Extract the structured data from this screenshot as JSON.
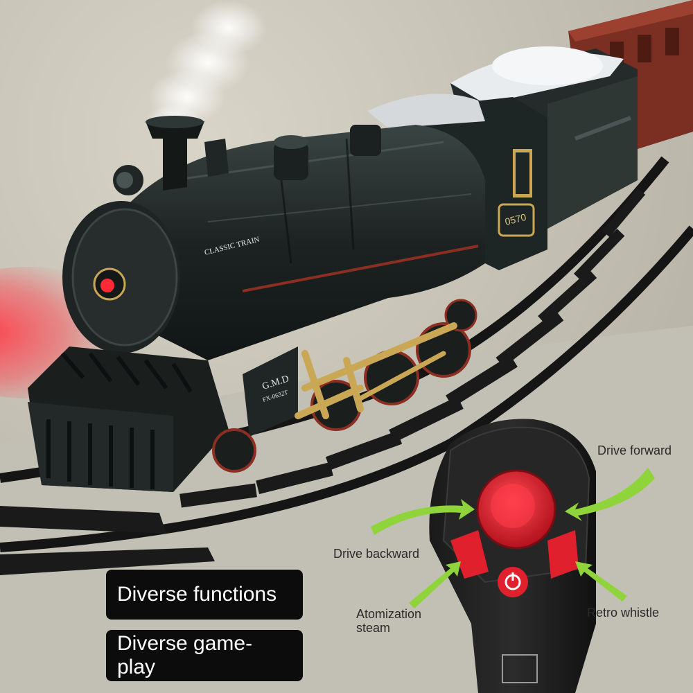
{
  "image": {
    "subject": "electric-steam-train-toy",
    "colors": {
      "train_body": "#1d2322",
      "brass_rods": "#c9a755",
      "remote_button": "#e0202c",
      "arrow_green": "#8fd43a",
      "carpet": "#c8c4b8",
      "badge_bg": "#0c0c0c"
    }
  },
  "train": {
    "front_plate_line1": "G.M.D",
    "front_plate_line2": "FX-0632T",
    "boiler_text": "CLASSIC TRAIN",
    "cab_number": "0570"
  },
  "remote": {
    "callouts": {
      "forward": "Drive forward",
      "backward": "Drive backward",
      "steam": "Atomization\nsteam",
      "whistle": "Retro whistle"
    }
  },
  "badges": {
    "first": "Diverse functions",
    "second": "Diverse game-\nplay"
  }
}
